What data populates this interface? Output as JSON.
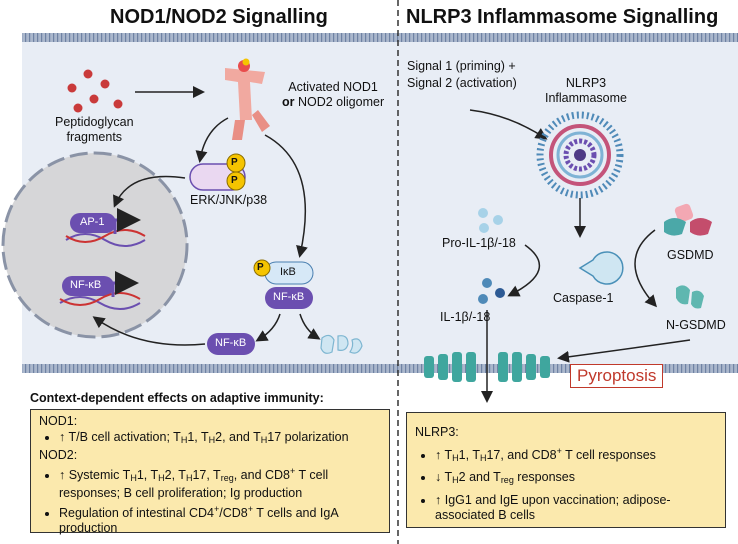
{
  "titles": {
    "left": "NOD1/NOD2 Signalling",
    "right": "NLRP3 Inflammasome Signalling"
  },
  "left_panel": {
    "peptidoglycan": "Peptidoglycan\nfragments",
    "activated": "Activated NOD1",
    "activated_line2_bold": "or",
    "activated_line2_rest": " NOD2 oligomer",
    "kinases": "ERK/JNK/p38",
    "ap1": "AP-1",
    "nfkb_nucleus": "NF-κB",
    "ikb": "IκB",
    "nfkb_complex": "NF-κB",
    "nfkb_free": "NF-κB",
    "phospho": "P"
  },
  "right_panel": {
    "signals": "Signal 1 (priming) +\nSignal 2 (activation)",
    "nlrp3": "NLRP3\nInflammasome",
    "pro_il": "Pro-IL-1β/-18",
    "il": "IL-1β/-18",
    "caspase": "Caspase-1",
    "gsdmd": "GSDMD",
    "ngsdmd": "N-GSDMD",
    "pyroptosis": "Pyroptosis"
  },
  "context_header": "Context-dependent effects on adaptive immunity:",
  "nod_box": {
    "nod1_label": "NOD1:",
    "nod1_items": [
      "↑ T/B cell activation; TH1, TH2, and TH17 polarization"
    ],
    "nod2_label": "NOD2:",
    "nod2_items": [
      "↑ Systemic TH1, TH2, TH17, Treg, and CD8+ T cell responses; B cell proliferation; Ig production",
      "Regulation of intestinal CD4+/CD8+ T cells and IgA production"
    ]
  },
  "nlrp3_box": {
    "label": "NLRP3:",
    "items": [
      "↑ TH1, TH17, and CD8+ T cell responses",
      "↓ TH2 and Treg responses",
      "↑ IgG1 and IgE upon vaccination; adipose-associated B cells"
    ]
  },
  "colors": {
    "cytoplasm": "#e8edf5",
    "membrane": "#7f93b4",
    "nucleus": "#d4d4d6",
    "purple": "#6b4fb0",
    "phospho": "#f5c400",
    "box": "#fbe9ad",
    "pyroptosis": "#c0392b"
  }
}
